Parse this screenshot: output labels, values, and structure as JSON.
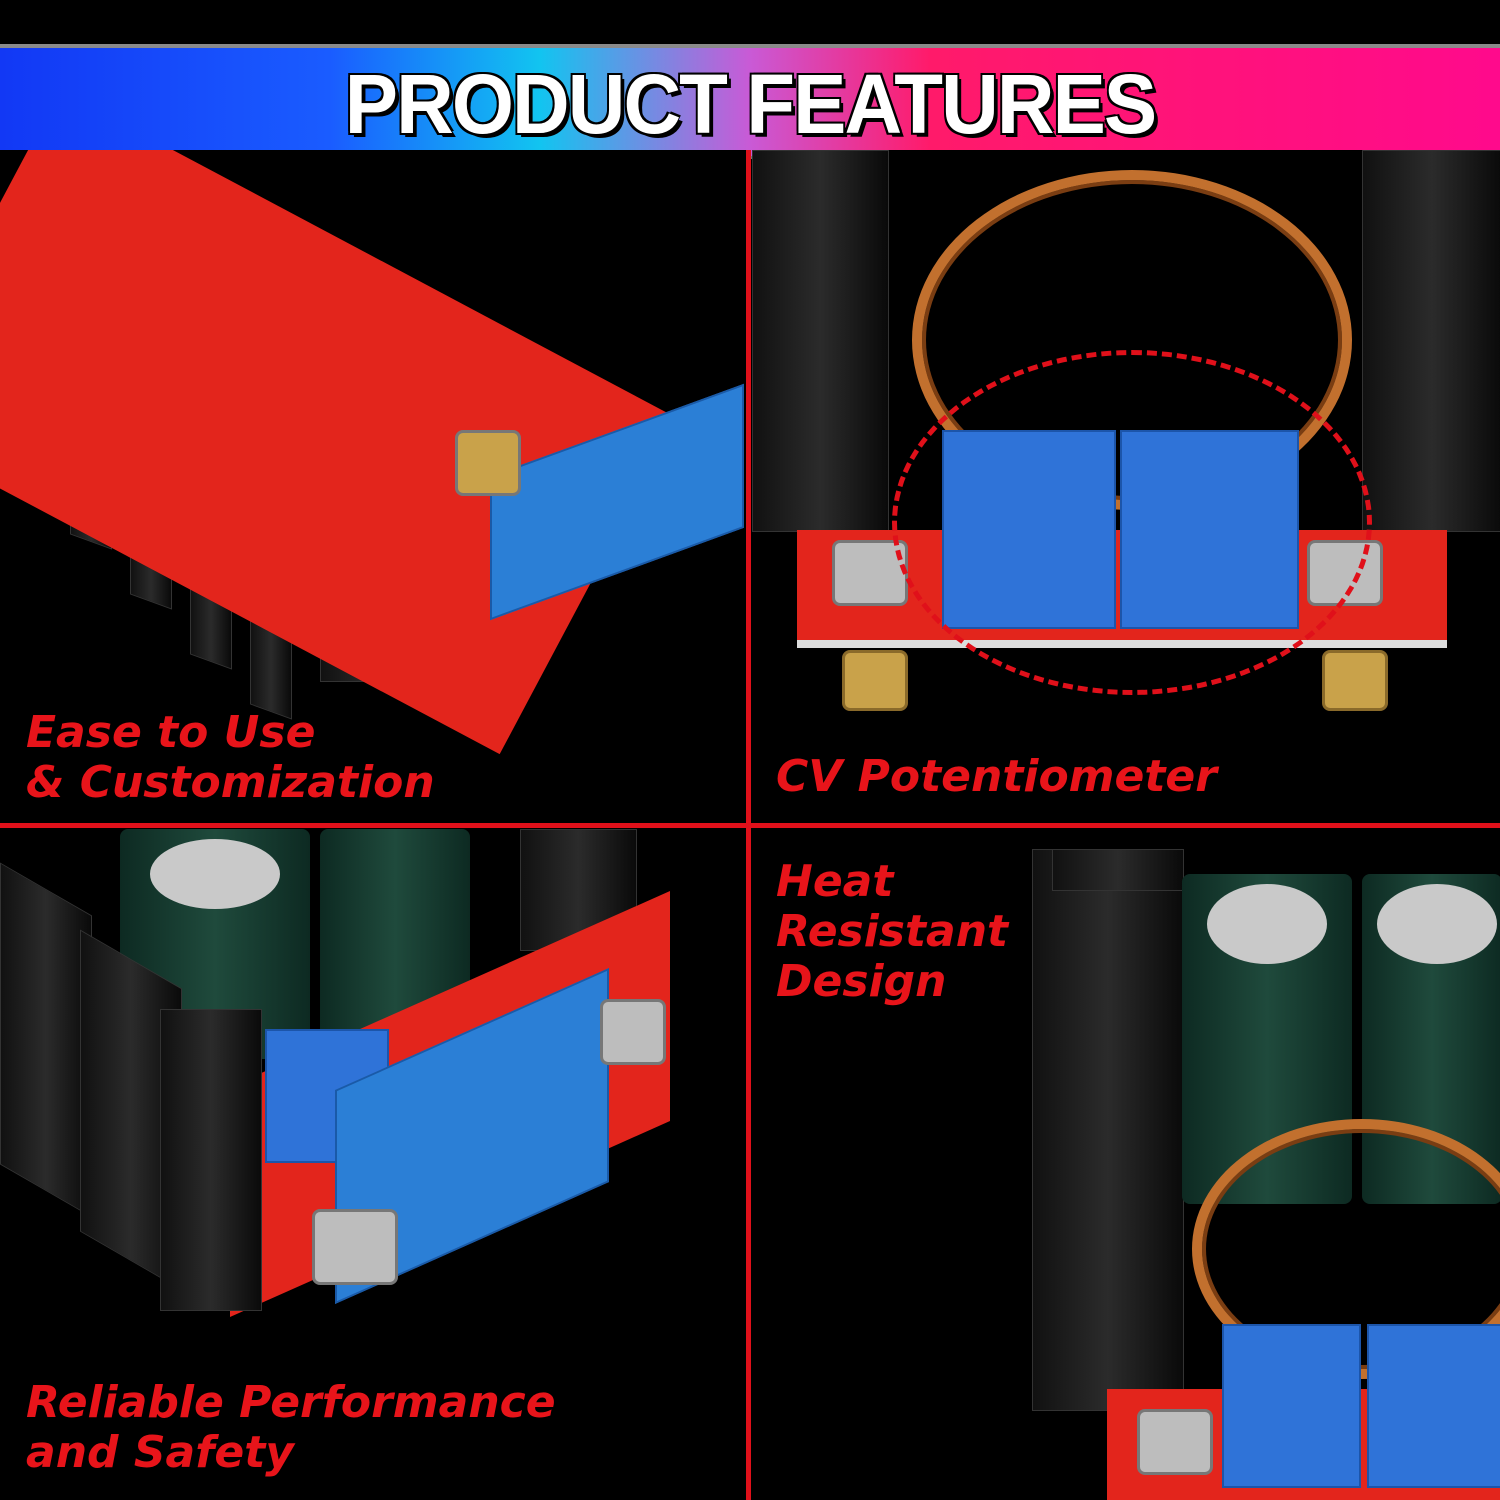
{
  "banner": {
    "title": "PRODUCT FEATURES",
    "gradient_colors": [
      "#1238f5",
      "#12c4f0",
      "#ff1a6a",
      "#ff0a8c"
    ]
  },
  "panels": [
    {
      "caption_lines": [
        "Ease to Use",
        "& Customization"
      ]
    },
    {
      "caption_lines": [
        "CV Potentiometer"
      ]
    },
    {
      "caption_lines": [
        "Reliable Performance",
        "and Safety"
      ]
    },
    {
      "caption_lines": [
        "Heat",
        "Resistant",
        "Design"
      ]
    }
  ],
  "accent_color": "#e8141a"
}
